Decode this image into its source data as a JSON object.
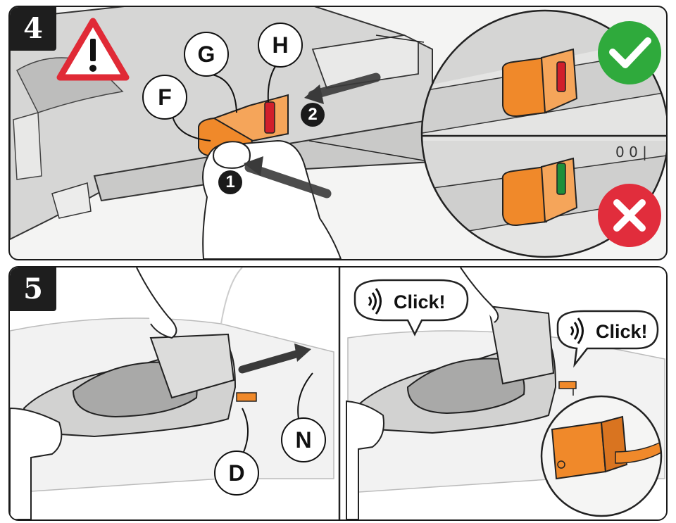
{
  "step4": {
    "step_number": "4",
    "callouts": {
      "f": "F",
      "g": "G",
      "h": "H"
    },
    "action_numbers": {
      "one": "1",
      "two": "2"
    },
    "colors": {
      "indicator_correct": "#1f8f3a",
      "indicator_wrong": "#d11f2b",
      "latch_orange": "#f0892a",
      "check_badge": "#2faa3c",
      "cross_badge": "#e12d3c",
      "warning_red": "#e02a36"
    },
    "icons": [
      "warning-triangle-icon",
      "check-icon",
      "cross-icon",
      "arrow-icon"
    ]
  },
  "step5": {
    "step_number": "5",
    "callouts": {
      "d": "D",
      "n": "N"
    },
    "click_left": "Click!",
    "click_right": "Click!",
    "icons": [
      "sound-waves-icon",
      "arrow-icon"
    ]
  }
}
